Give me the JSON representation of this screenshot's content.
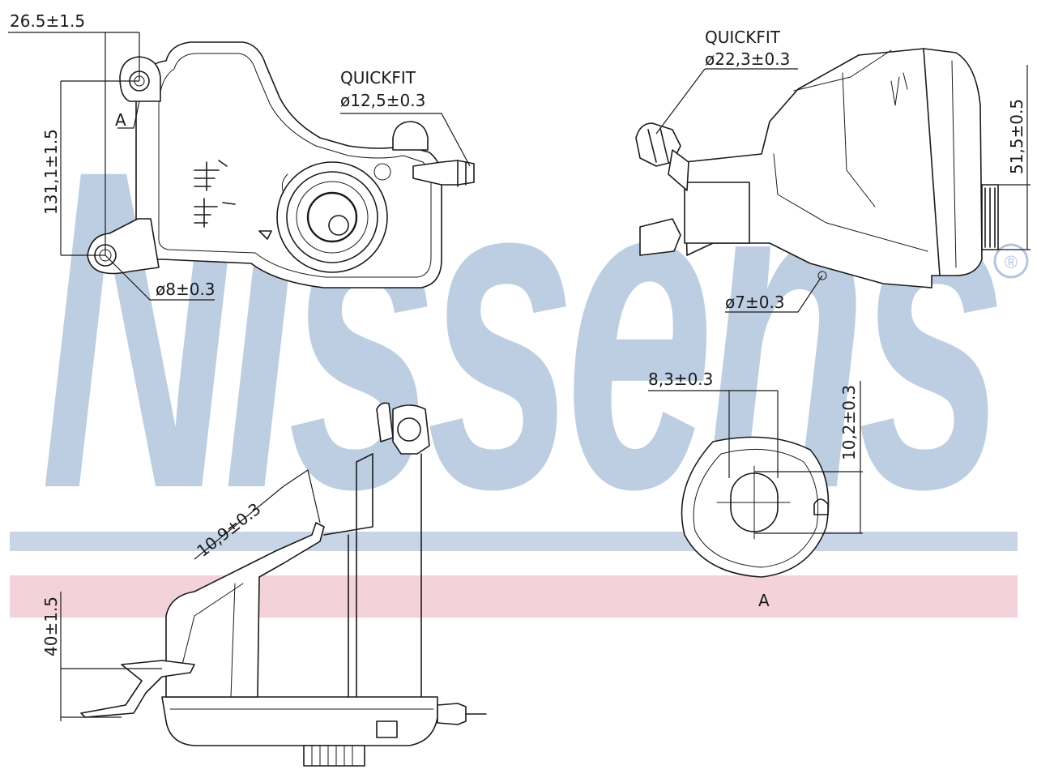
{
  "brand": {
    "watermark": "Nissens",
    "registered_mark": "®",
    "watermark_color": "#b3c6dd",
    "stripe_blue": "#c8d5e6",
    "stripe_pink": "#f3d2d9"
  },
  "labels": {
    "dim_top_width": "26.5±1.5",
    "dim_height_left": "131,1±1.5",
    "dim_hole_left": "ø8±0.3",
    "quickfit_1_title": "QUICKFIT",
    "quickfit_1_dia": "ø12,5±0.3",
    "quickfit_2_title": "QUICKFIT",
    "quickfit_2_dia": "ø22,3±0.3",
    "dim_right_height": "51,5±0.5",
    "dim_hole_right": "ø7±0.3",
    "dim_hose": "10,9±0.3",
    "dim_bottom_height": "40±1.5",
    "detail_width": "8,3±0.3",
    "detail_height": "10,2±0.3",
    "detail_ref_top": "A",
    "detail_ref_bottom": "A"
  }
}
